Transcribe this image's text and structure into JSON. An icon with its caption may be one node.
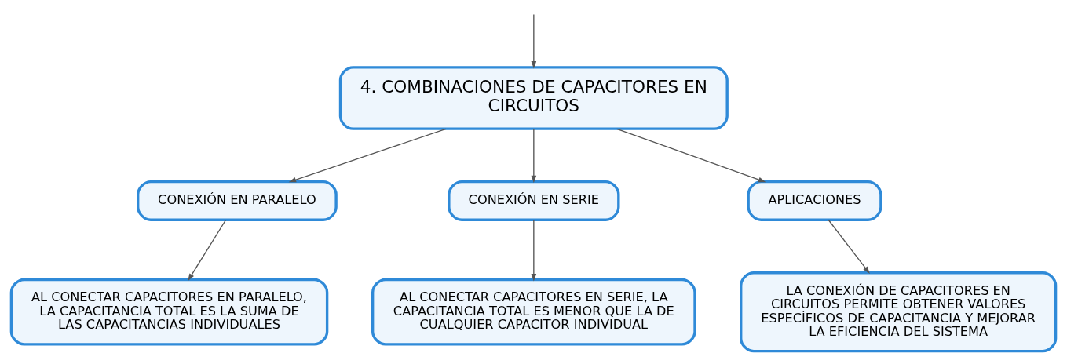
{
  "diagram": {
    "nodes": [
      {
        "text": [
          "4. COMBINACIONES DE CAPACITORES EN CIRCUITOS"
        ]
      },
      {
        "text": [
          "CONEXIÓN EN PARALELO"
        ]
      },
      {
        "text": [
          "CONEXIÓN EN SERIE"
        ]
      },
      {
        "text": [
          "APLICACIONES"
        ]
      },
      {
        "text": [
          "AL CONECTAR CAPACITORES EN PARALELO, LA CAPACITANCIA TOTAL ES LA SUMA DE LAS CAPACITANCIAS INDIVIDUALES"
        ]
      },
      {
        "text": [
          "AL CONECTAR CAPACITORES EN SERIE, LA CAPACITANCIA TOTAL ES MENOR QUE LA DE CUALQUIER CAPACITOR INDIVIDUAL"
        ]
      },
      {
        "text": [
          "LA CONEXIÓN DE CAPACITORES EN CIRCUITOS PERMITE OBTENER VALORES ESPECÍFICOS DE CAPACITANCIA Y MEJORAR LA EFICIENCIA DEL SISTEMA"
        ]
      }
    ],
    "edges": [
      {
        "from": null,
        "to": 0,
        "arrow": "to"
      },
      {
        "from": 0,
        "to": 1,
        "arrow": "to"
      },
      {
        "from": 0,
        "to": 2,
        "arrow": "to"
      },
      {
        "from": 0,
        "to": 3,
        "arrow": "to"
      },
      {
        "from": 1,
        "to": 4,
        "arrow": "to"
      },
      {
        "from": 2,
        "to": 5,
        "arrow": "to"
      },
      {
        "from": 3,
        "to": 6,
        "arrow": "to"
      }
    ]
  }
}
